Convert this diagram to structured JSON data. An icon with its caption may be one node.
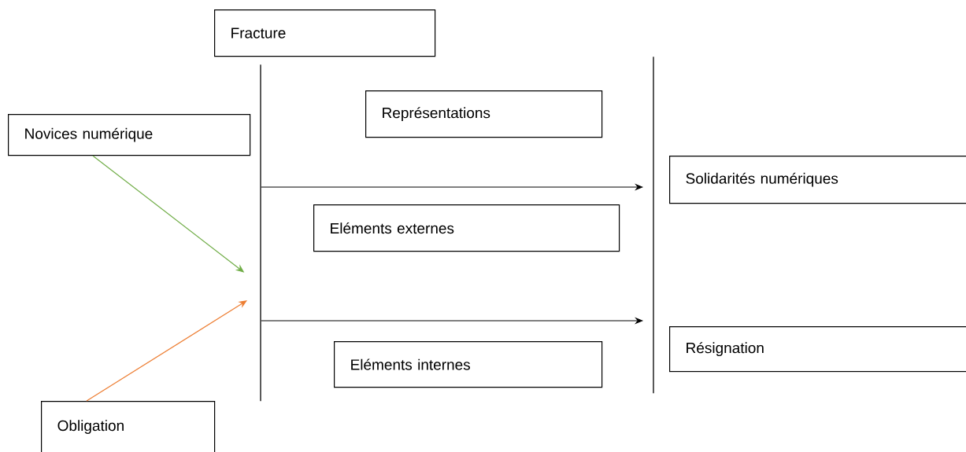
{
  "diagram": {
    "nodes": [
      {
        "text": [
          "Fracture"
        ]
      },
      {
        "text": [
          "Novices numérique"
        ]
      },
      {
        "text": [
          "Représentations"
        ]
      },
      {
        "text": [
          "Solidarités numériques"
        ]
      },
      {
        "text": [
          "Eléments externes"
        ]
      },
      {
        "text": [
          "Résignation"
        ]
      },
      {
        "text": [
          "Eléments internes"
        ]
      },
      {
        "text": [
          "Obligation"
        ]
      },
      {
        "text": [],
        "shape": "bar"
      },
      {
        "text": [],
        "shape": "bar"
      }
    ],
    "edges": [
      {
        "from": 1,
        "to": 8,
        "arrow": "to",
        "color": "#70ad47"
      },
      {
        "from": 8,
        "to": 9,
        "arrow": "to"
      },
      {
        "from": 8,
        "to": 9,
        "arrow": "to"
      },
      {
        "from": 7,
        "to": 8,
        "arrow": "to",
        "color": "#ed7d31"
      }
    ]
  }
}
